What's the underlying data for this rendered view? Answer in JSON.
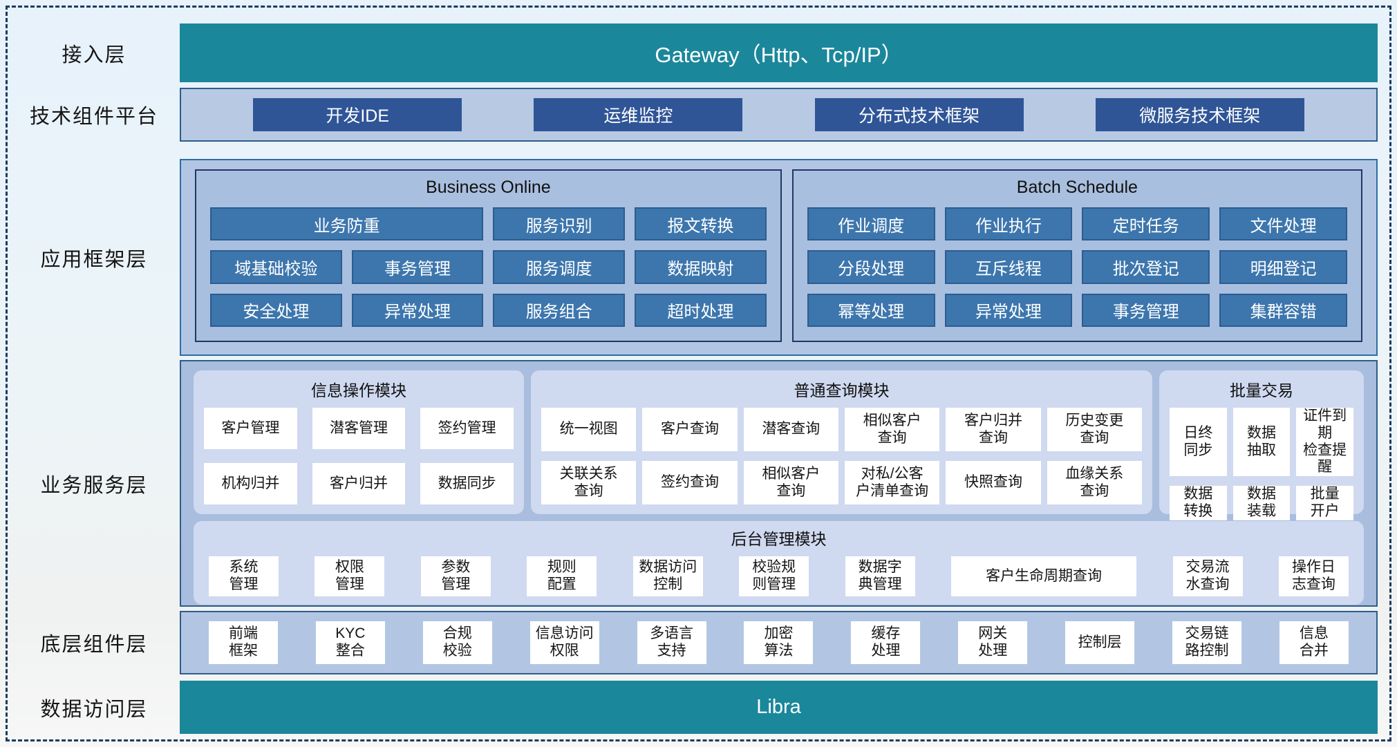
{
  "layers": {
    "access": {
      "label": "接入层",
      "gateway": "Gateway（Http、Tcp/IP）"
    },
    "tech": {
      "label": "技术组件平台",
      "buttons": [
        "开发IDE",
        "运维监控",
        "分布式技术框架",
        "微服务技术框架"
      ]
    },
    "framework": {
      "label": "应用框架层",
      "business_online": {
        "title": "Business Online",
        "cells": [
          "业务防重",
          "服务识别",
          "报文转换",
          "域基础校验",
          "事务管理",
          "服务调度",
          "数据映射",
          "安全处理",
          "异常处理",
          "服务组合",
          "超时处理"
        ]
      },
      "batch_schedule": {
        "title": "Batch Schedule",
        "cells": [
          "作业调度",
          "作业执行",
          "定时任务",
          "文件处理",
          "分段处理",
          "互斥线程",
          "批次登记",
          "明细登记",
          "幂等处理",
          "异常处理",
          "事务管理",
          "集群容错"
        ]
      }
    },
    "service": {
      "label": "业务服务层",
      "info_module": {
        "title": "信息操作模块",
        "cells": [
          "客户管理",
          "潜客管理",
          "签约管理",
          "机构归并",
          "客户归并",
          "数据同步"
        ]
      },
      "query_module": {
        "title": "普通查询模块",
        "cells": [
          "统一视图",
          "客户查询",
          "潜客查询",
          "相似客户\n查询",
          "客户归并\n查询",
          "历史变更\n查询",
          "关联关系\n查询",
          "签约查询",
          "相似客户\n查询",
          "对私/公客\n户清单查询",
          "快照查询",
          "血缘关系\n查询"
        ]
      },
      "batch_module": {
        "title": "批量交易",
        "cells": [
          "日终\n同步",
          "数据\n抽取",
          "证件到期\n检查提醒",
          "数据\n转换",
          "数据\n装载",
          "批量\n开户"
        ]
      },
      "admin_module": {
        "title": "后台管理模块",
        "cells": [
          "系统\n管理",
          "权限\n管理",
          "参数\n管理",
          "规则\n配置",
          "数据访问\n控制",
          "校验规\n则管理",
          "数据字\n典管理",
          "客户生命周期查询",
          "交易流\n水查询",
          "操作日\n志查询"
        ]
      }
    },
    "base": {
      "label": "底层组件层",
      "cells": [
        "前端\n框架",
        "KYC\n整合",
        "合规\n校验",
        "信息访问\n权限",
        "多语言\n支持",
        "加密\n算法",
        "缓存\n处理",
        "网关\n处理",
        "控制层",
        "交易链\n路控制",
        "信息\n合并"
      ]
    },
    "data_access": {
      "label": "数据访问层",
      "bar": "Libra"
    }
  },
  "colors": {
    "teal": "#1b879b",
    "navy_button": "#2f5597",
    "steel_button": "#3d76ad",
    "container_blue": "#b7c9e3",
    "inner_group_blue": "#a9bfdf",
    "module_lavender": "#cfd9f0"
  }
}
